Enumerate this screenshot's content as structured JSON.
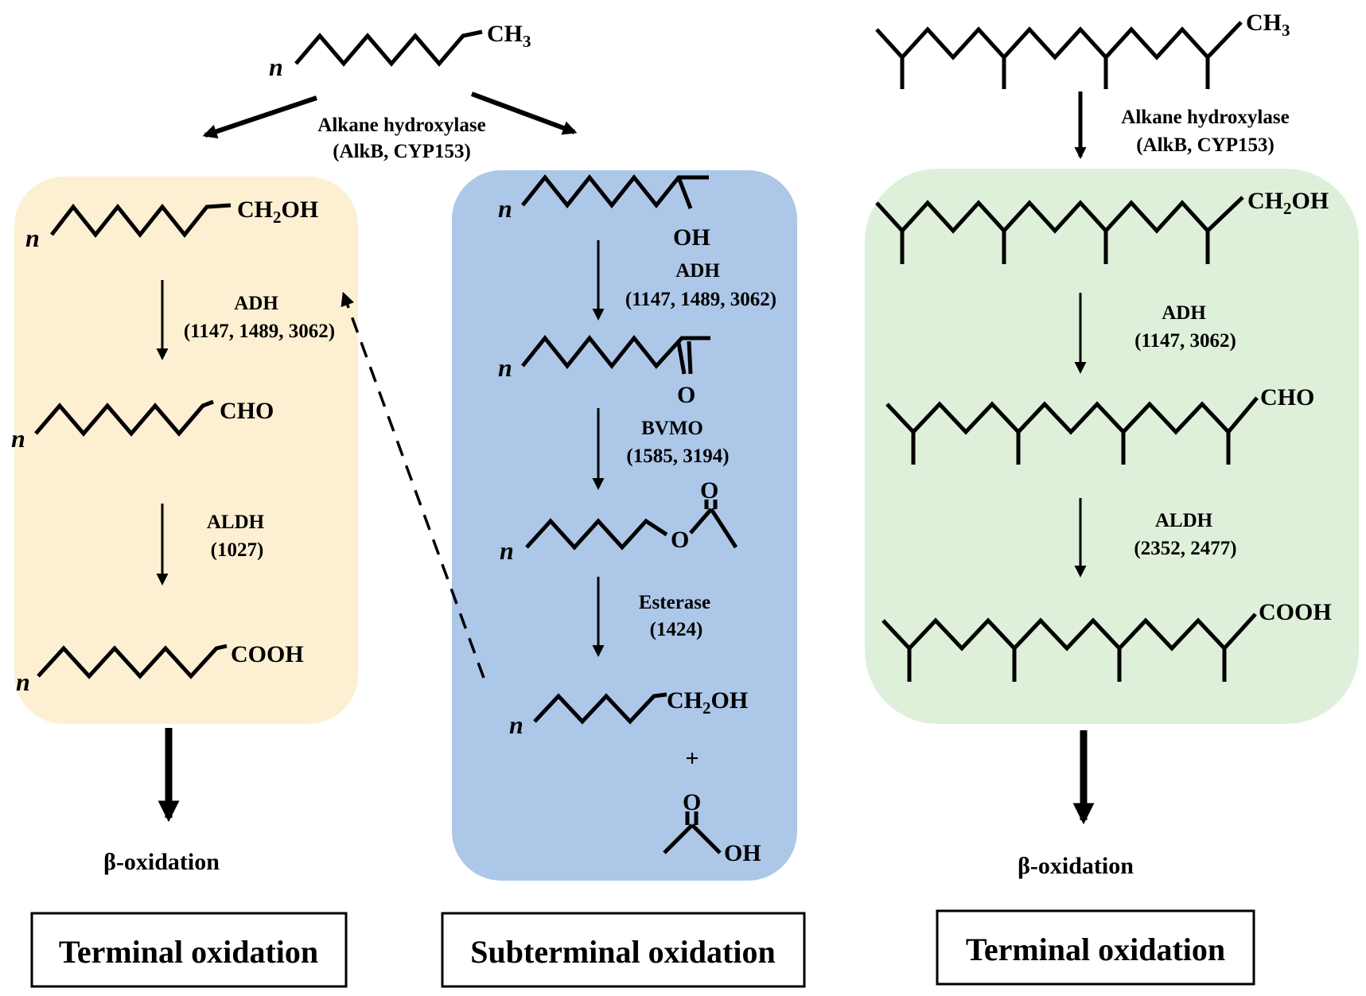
{
  "colors": {
    "terminal_panel": "#fdf0d2",
    "subterminal_panel": "#adc7e8",
    "branched_panel": "#def0da",
    "line": "#000000"
  },
  "top": {
    "linear_substrate": {
      "n": "n",
      "group": "CH3"
    },
    "hydroxylase_left": {
      "name": "Alkane hydroxylase",
      "genes": "(AlkB, CYP153)"
    },
    "branched_substrate": {
      "group": "CH3"
    },
    "hydroxylase_right": {
      "name": "Alkane hydroxylase",
      "genes": "(AlkB, CYP153)"
    }
  },
  "terminal": {
    "alcohol": {
      "n": "n",
      "group": "CH2OH"
    },
    "step1": {
      "enzyme": "ADH",
      "genes": "(1147, 1489, 3062)"
    },
    "aldehyde": {
      "n": "n",
      "group": "CHO"
    },
    "step2": {
      "enzyme": "ALDH",
      "genes": "(1027)"
    },
    "acid": {
      "n": "n",
      "group": "COOH"
    },
    "result": "β-oxidation",
    "title": "Terminal oxidation"
  },
  "subterminal": {
    "alcohol": {
      "n": "n",
      "group": "OH"
    },
    "step1": {
      "enzyme": "ADH",
      "genes": "(1147, 1489, 3062)"
    },
    "ketone": {
      "n": "n",
      "group": "O"
    },
    "step2": {
      "enzyme": "BVMO",
      "genes": "(1585, 3194)"
    },
    "ester": {
      "n": "n",
      "carbonyl": "O",
      "ether": "O"
    },
    "step3": {
      "enzyme": "Esterase",
      "genes": "(1424)"
    },
    "alcohol_product": {
      "n": "n",
      "group": "CH2OH"
    },
    "plus": "+",
    "acetic_acid": {
      "carbonyl": "O",
      "hydroxyl": "OH"
    },
    "title": "Subterminal oxidation"
  },
  "branched": {
    "alcohol": {
      "group": "CH2OH"
    },
    "step1": {
      "enzyme": "ADH",
      "genes": "(1147, 3062)"
    },
    "aldehyde": {
      "group": "CHO"
    },
    "step2": {
      "enzyme": "ALDH",
      "genes": "(2352, 2477)"
    },
    "acid": {
      "group": "COOH"
    },
    "result": "β-oxidation",
    "title": "Terminal oxidation"
  }
}
